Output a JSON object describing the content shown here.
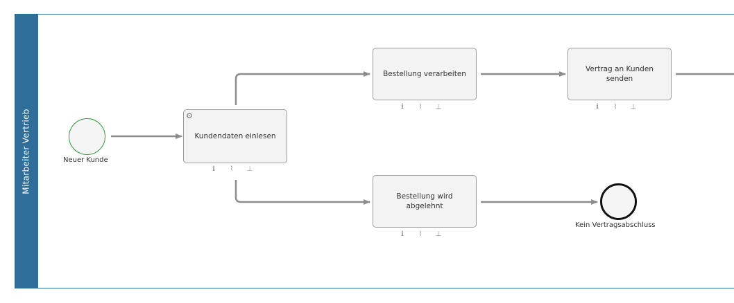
{
  "lane": {
    "label": "Mitarbeiter Vertrieb"
  },
  "events": {
    "start": {
      "label": "Neuer Kunde"
    },
    "end": {
      "label": "Kein Vertragsabschluss"
    }
  },
  "tasks": {
    "kundendaten": {
      "label": "Kundendaten einlesen"
    },
    "bestellung": {
      "label": "Bestellung verarbeiten"
    },
    "vertrag": {
      "label": "Vertrag an Kunden senden"
    },
    "abgelehnt": {
      "label": "Bestellung wird abgelehnt"
    }
  },
  "icons": {
    "info": "info-icon",
    "attachment": "paperclip-icon",
    "hierarchy": "hierarchy-icon",
    "service": "gear-icon"
  },
  "colors": {
    "lane": "#2e6e99",
    "start": "#2e9a3a",
    "flow": "#8c8c8c",
    "task_fill": "#f3f3f3"
  }
}
